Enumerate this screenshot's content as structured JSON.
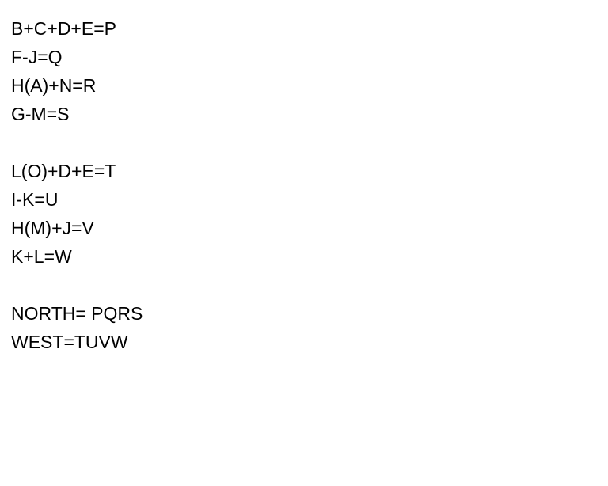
{
  "lines": [
    "B+C+D+E=P",
    "F-J=Q",
    "H(A)+N=R",
    "G-M=S",
    "",
    "L(O)+D+E=T",
    "I-K=U",
    "H(M)+J=V",
    "K+L=W",
    "",
    "NORTH= PQRS",
    "WEST=TUVW"
  ]
}
